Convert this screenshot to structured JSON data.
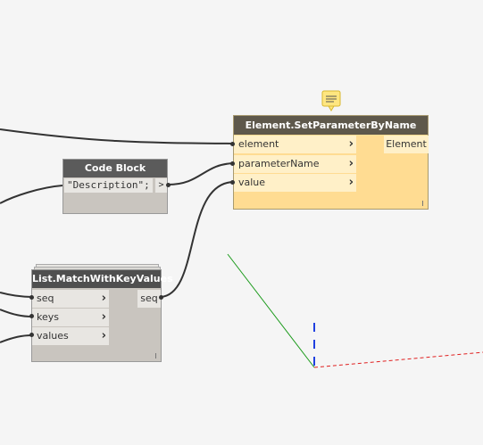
{
  "canvas": {
    "background": "#f5f5f5",
    "wire_color": "#333333"
  },
  "set_param_node": {
    "title": "Element.SetParameterByName",
    "title_color": "#5e584b",
    "body_color": "#ffdc92",
    "inputs": [
      {
        "label": "element"
      },
      {
        "label": "parameterName"
      },
      {
        "label": "value"
      }
    ],
    "output": {
      "label": "Element"
    },
    "note_icon": "note-icon"
  },
  "code_block_node": {
    "title": "Code Block",
    "title_color": "#5b5b5b",
    "body_color": "#c9c5bf",
    "code": "\"Description\";",
    "output_glyph": ">"
  },
  "match_node": {
    "title": "List.MatchWithKeyValues",
    "title_color": "#4f4f4f",
    "body_color": "#c9c5bf",
    "inputs": [
      {
        "label": "seq"
      },
      {
        "label": "keys"
      },
      {
        "label": "values"
      }
    ],
    "output": {
      "label": "seq"
    }
  },
  "axes": {
    "x_color": "#e02020",
    "y_color": "#1a9a1a",
    "z_color": "#2040e0"
  }
}
